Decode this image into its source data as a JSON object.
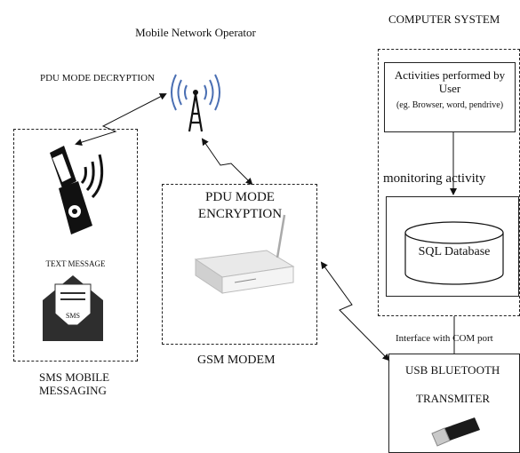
{
  "computer_system": {
    "title": "COMPUTER SYSTEM",
    "activities_title": "Activities performed by User",
    "activities_example": "(eg. Browser, word, pendrive)",
    "monitoring": "monitoring activity",
    "database": "SQL Database",
    "interface": "Interface with COM port"
  },
  "network": {
    "operator": "Mobile Network Operator",
    "decryption": "PDU MODE DECRYPTION"
  },
  "modem": {
    "encryption": "PDU MODE ENCRYPTION",
    "label": "GSM MODEM"
  },
  "sms": {
    "text_message": "TEXT MESSAGE",
    "envelope_label": "SMS",
    "label": "SMS MOBILE MESSAGING"
  },
  "usb": {
    "title": "USB BLUETOOTH",
    "subtitle": "TRANSMITER"
  }
}
